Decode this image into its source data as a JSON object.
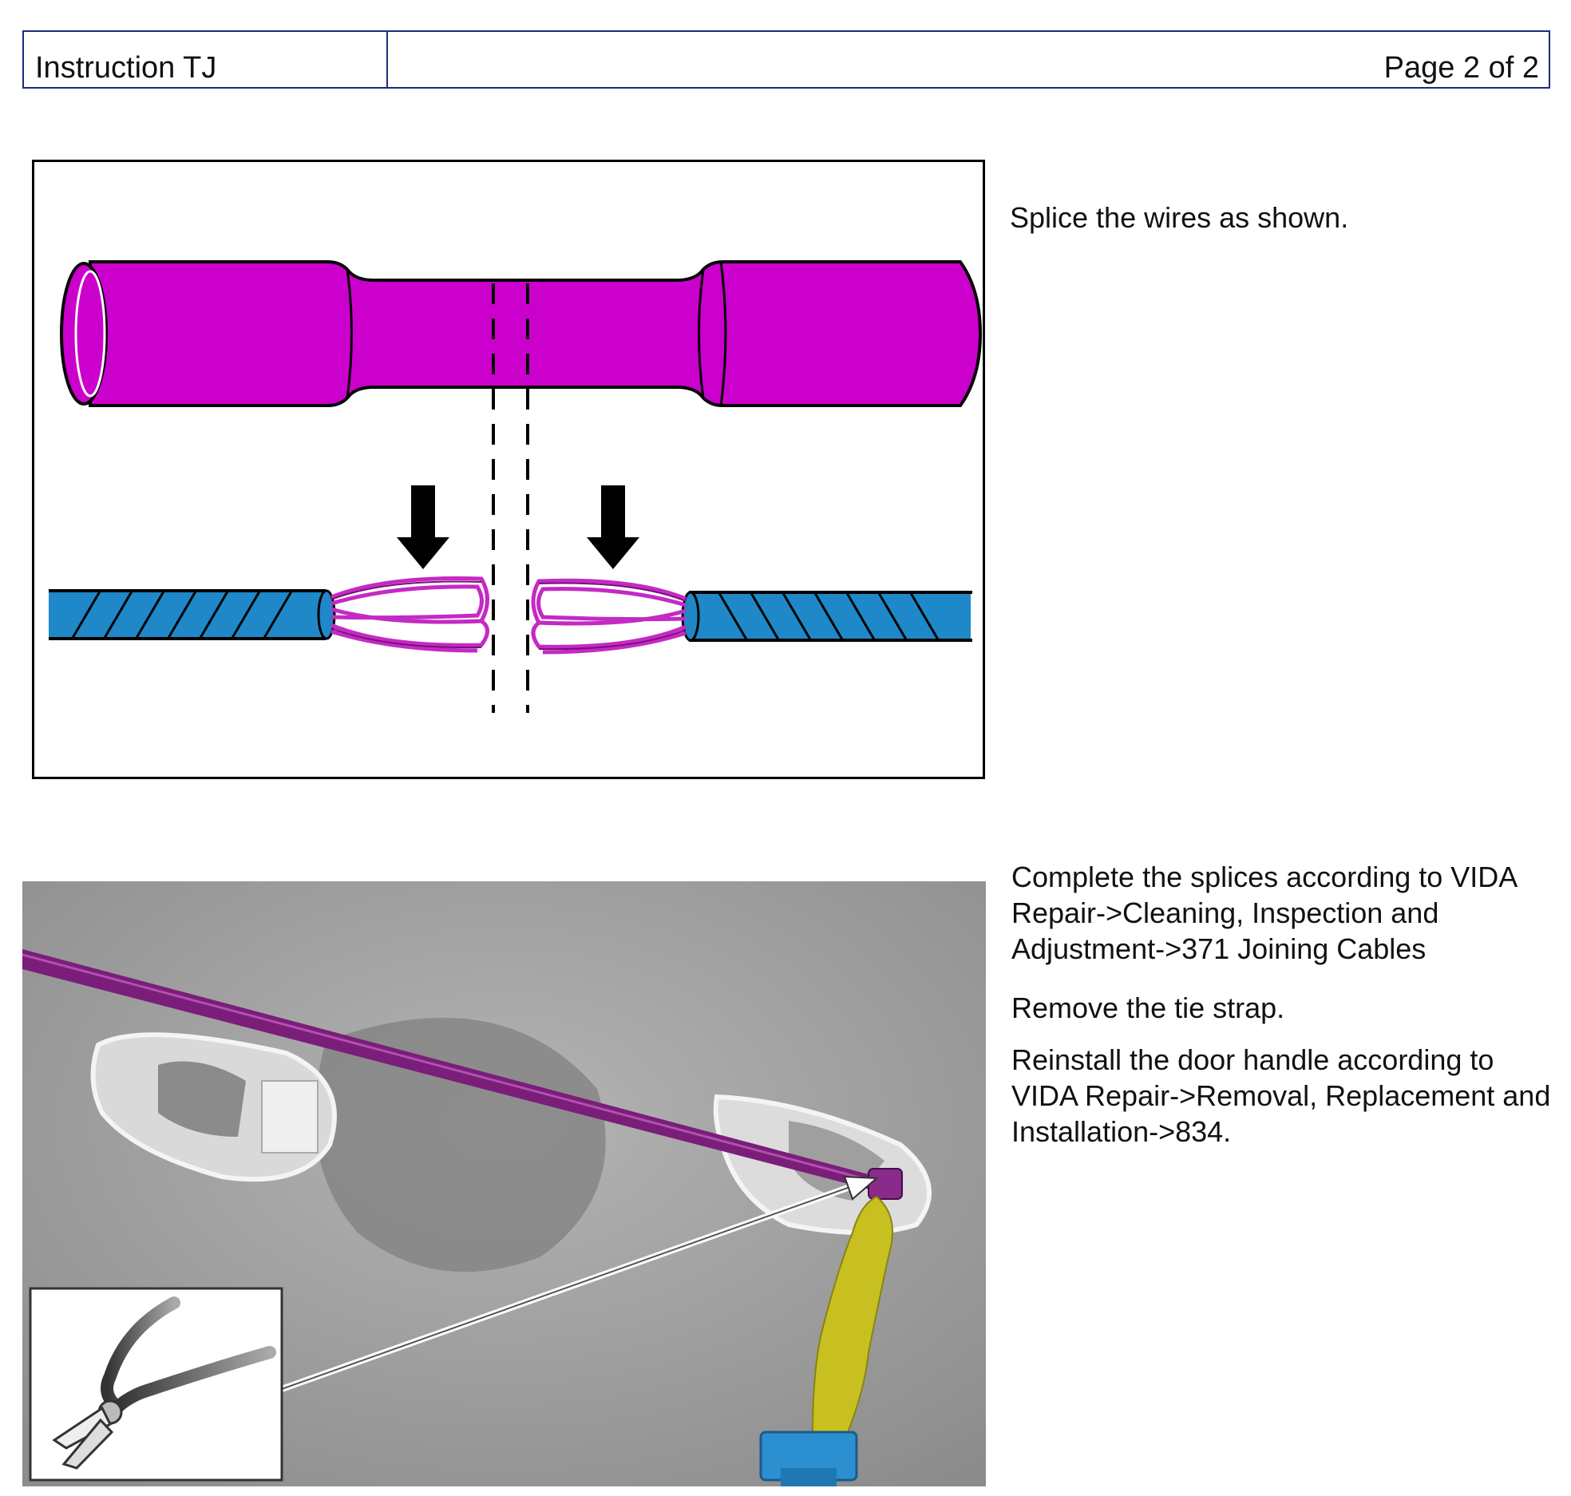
{
  "header": {
    "doc_title": "Instruction TJ",
    "page_label": "Page 2 of 2"
  },
  "steps": {
    "splice_text": "Splice the wires as shown.",
    "complete_text": "Complete the splices according to VIDA Repair->Cleaning, Inspection and Adjustment->371 Joining Cables",
    "remove_text": "Remove the tie strap.",
    "reinstall_text": "Reinstall the door handle according to VIDA Repair->Removal, Replacement and Installation->834."
  },
  "colors": {
    "sleeve": "#cc00cc",
    "wire_insulation": "#1e88c8",
    "tie_strap": "#7a1e7a",
    "connector": "#2b8fd0",
    "heat_shrink": "#c8c020",
    "header_border": "#1e2a7a"
  }
}
